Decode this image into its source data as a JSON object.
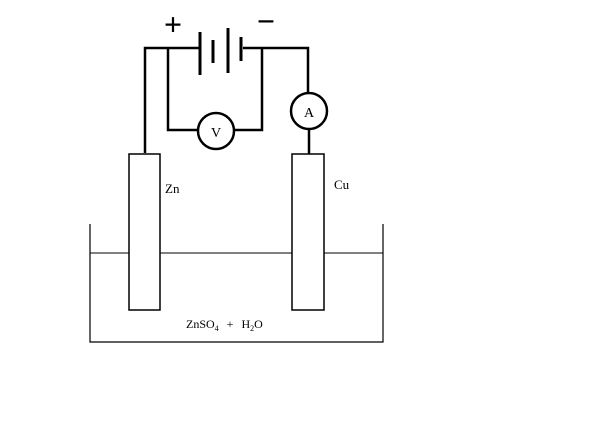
{
  "labels": {
    "plus": "+",
    "minus": "−",
    "voltmeter": "V",
    "ammeter": "A",
    "anode": "Zn",
    "cathode": "Cu",
    "electrolyte_main": "ZnSO",
    "electrolyte_sub1": "4",
    "electrolyte_plus": "+",
    "electrolyte_h": "H",
    "electrolyte_sub2": "2",
    "electrolyte_o": "O"
  },
  "colors": {
    "line": "#000000",
    "electrode_fill": "#ffffff",
    "background": "#ffffff"
  }
}
